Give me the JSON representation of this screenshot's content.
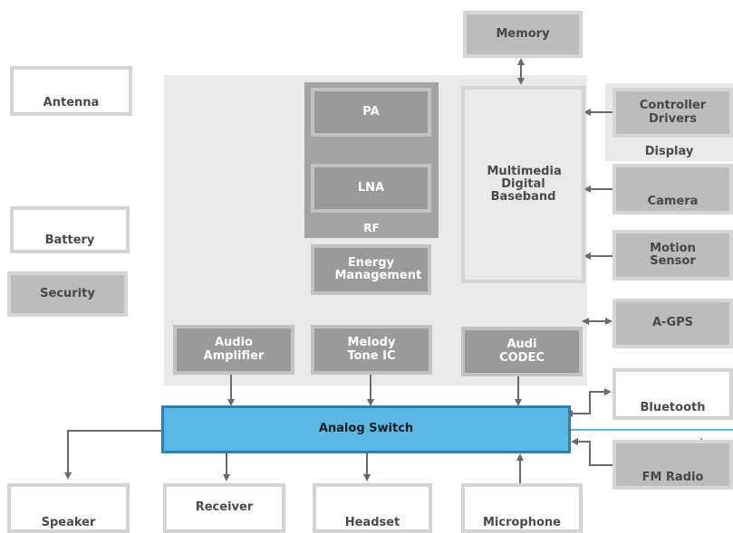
{
  "blocks": {
    "antenna": "Antenna",
    "battery": "Battery",
    "security": "Security",
    "memory": "Memory",
    "pa": "PA",
    "lna": "LNA",
    "rf": "RF",
    "energy_management": "Energy Management",
    "multimedia_baseband": "Multimedia Digital Baseband",
    "controller_drivers": "Controller Drivers",
    "display": "Display",
    "camera": "Camera",
    "motion_sensor": "Motion Sensor",
    "agps": "A-GPS",
    "bluetooth": "Bluetooth",
    "fm_radio": "FM Radio",
    "audio_amplifier": "Audio Amplifier",
    "melody_tone_ic": "Melody Tone IC",
    "audi_codec": "Audi CODEC",
    "analog_switch": "Analog Switch",
    "speaker": "Speaker",
    "receiver": "Receiver",
    "headset": "Headset",
    "microphone": "Microphone"
  },
  "colors": {
    "analog_switch_fill": "#59b8e6",
    "analog_switch_border": "#3a8fc0",
    "pointer_line": "#19a8e0",
    "arrow": "#6a6a6a",
    "block_gray": "#bcbcbc",
    "block_dark": "#9a9a9a",
    "panel_bg": "#e9e9e9"
  },
  "icons": {
    "antenna": "antenna-icon",
    "battery": "battery-icon",
    "camera": "camera-icon",
    "bluetooth": "bluetooth-icon",
    "fm_radio": "fm-radio-icon",
    "speaker": "speaker-icon",
    "headset": "headset-icon",
    "microphone": "microphone-icon"
  }
}
